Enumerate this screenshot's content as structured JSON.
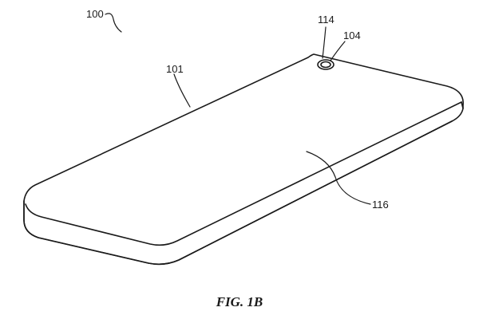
{
  "figure": {
    "caption": "FIG. 1B",
    "reference_numerals": {
      "device": "100",
      "side_edge": "101",
      "aperture": "104",
      "aperture_rim": "114",
      "front_surface": "116"
    }
  },
  "colors": {
    "line": "#1a1a1a",
    "background": "#ffffff"
  }
}
